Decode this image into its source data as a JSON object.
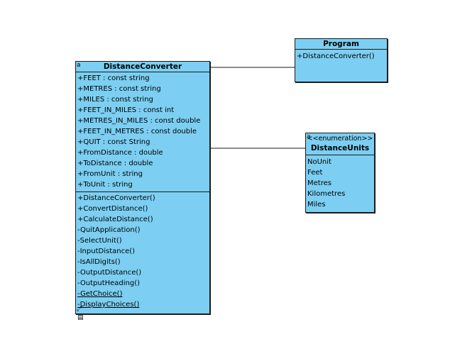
{
  "classes": {
    "distance_converter": {
      "name": "DistanceConverter",
      "attributes": [
        "+FEET : const string",
        "+METRES : const string",
        "+MILES : const string",
        "+FEET_IN_MILES : const int",
        "+METRES_IN_MILES : const double",
        "+FEET_IN_METRES : const double",
        "+QUIT : const String",
        "+FromDistance : double",
        "+ToDistance : double",
        "+FromUnit : string",
        "+ToUnit : string"
      ],
      "operations": [
        "+DistanceConverter()",
        "+ConvertDistance()",
        "+CalculateDistance()",
        "-QuitApplication()",
        "-SelectUnit()",
        "-InputDistance()",
        "-IsAllDigits()",
        "-OutputDistance()",
        "-OutputHeading()",
        "-GetChoice()",
        "-DisplayChoices()"
      ]
    },
    "program": {
      "name": "Program",
      "operations": [
        "+DistanceConverter()"
      ]
    },
    "distance_units": {
      "stereotype": "<<enumeration>>",
      "name": "DistanceUnits",
      "literals": [
        "NoUnit",
        "Feet",
        "Metres",
        "Kilometres",
        "Miles"
      ]
    }
  },
  "colors": {
    "class_fill": "#7ccff2",
    "border": "#1a1a1a"
  },
  "icons": {
    "class_corner": "a"
  }
}
